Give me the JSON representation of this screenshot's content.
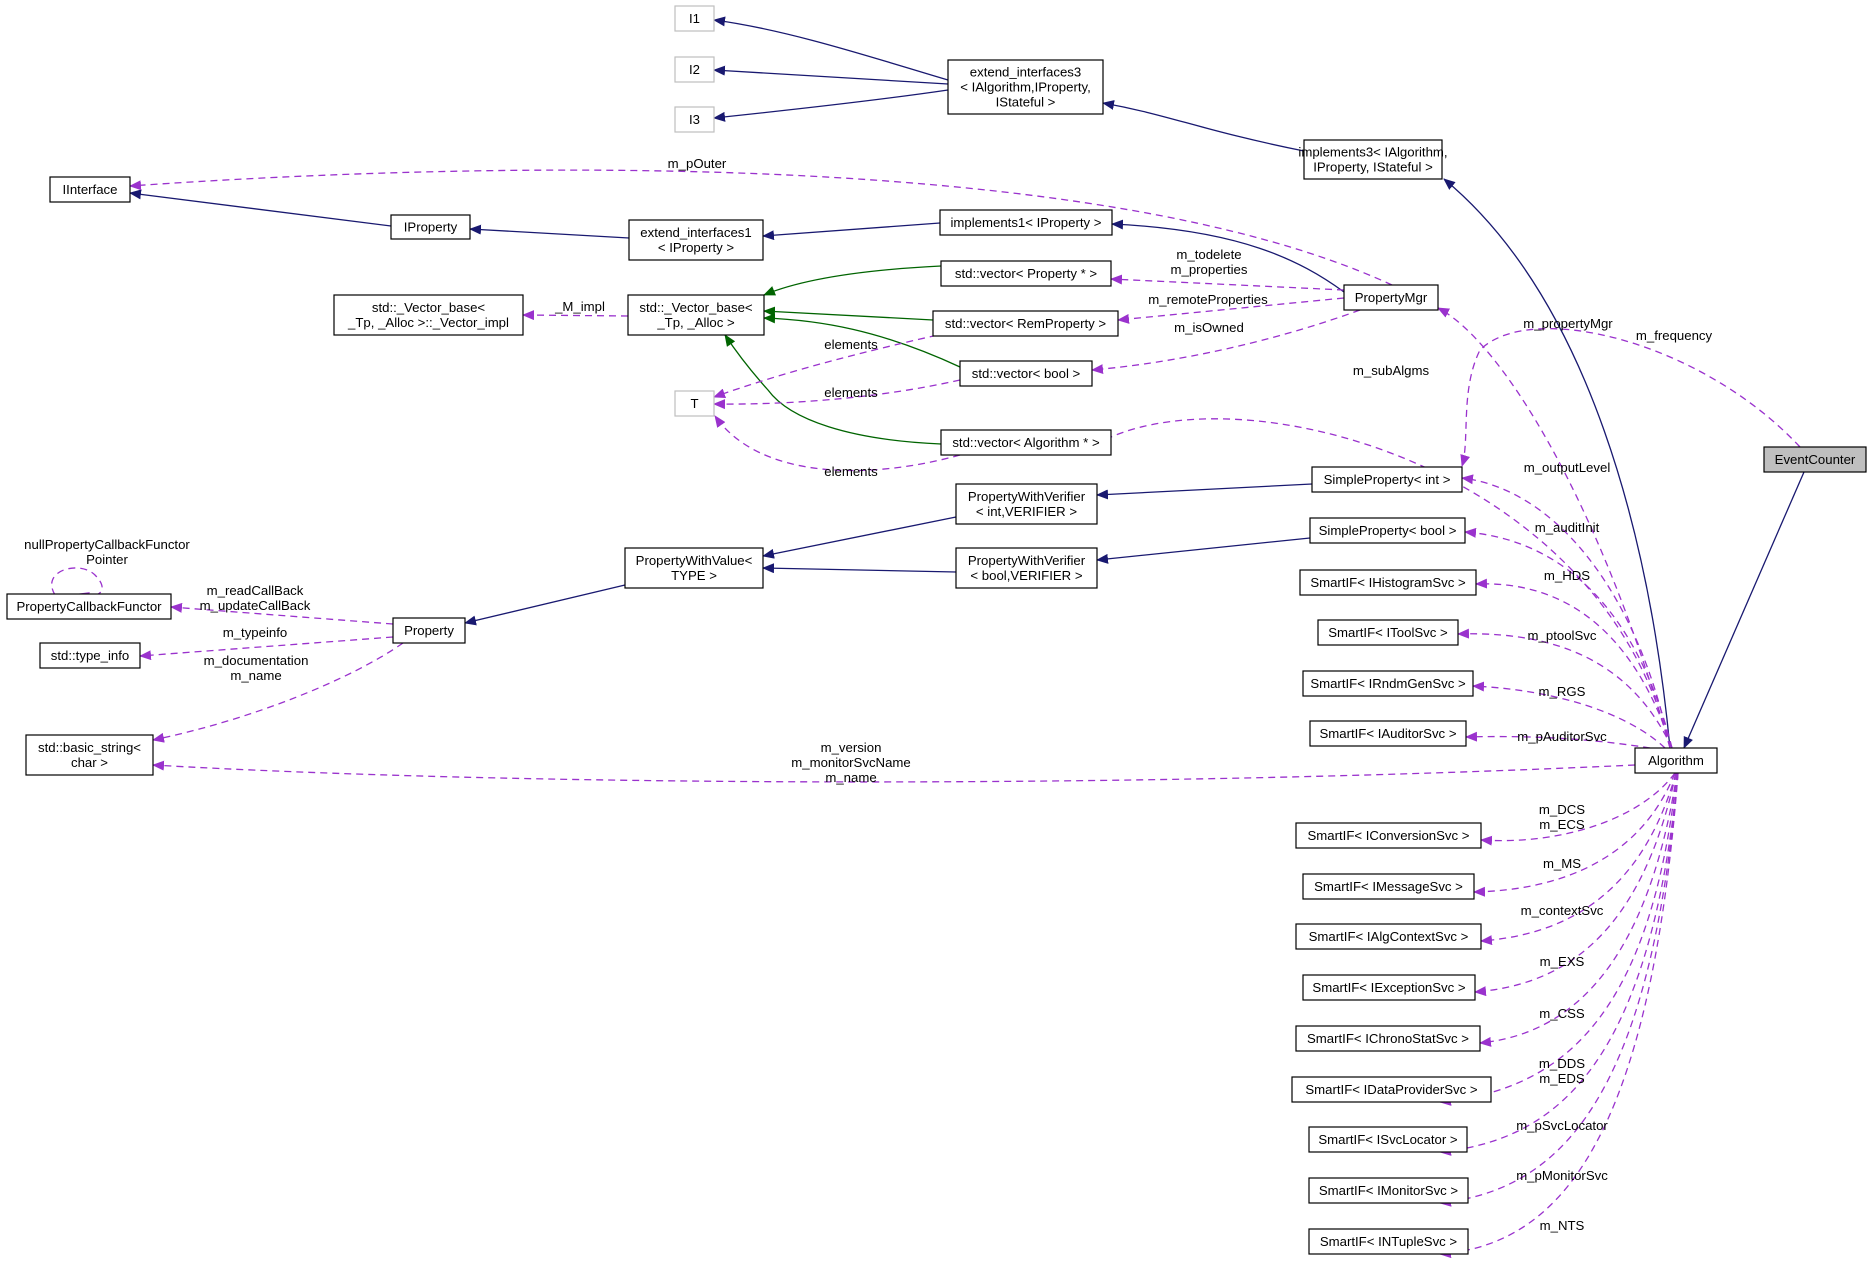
{
  "nodes": {
    "I1": [
      "I1"
    ],
    "I2": [
      "I2"
    ],
    "I3": [
      "I3"
    ],
    "extend3": [
      "extend_interfaces3",
      "< IAlgorithm,IProperty,",
      "IStateful >"
    ],
    "impl3": [
      "implements3< IAlgorithm,",
      "IProperty, IStateful >"
    ],
    "IInterface": [
      "IInterface"
    ],
    "IProperty": [
      "IProperty"
    ],
    "extend1": [
      "extend_interfaces1",
      "< IProperty >"
    ],
    "impl1": [
      "implements1< IProperty >"
    ],
    "PropertyMgr": [
      "PropertyMgr"
    ],
    "VectorImpl": [
      "std::_Vector_base<",
      "_Tp, _Alloc >::_Vector_impl"
    ],
    "VectorBase": [
      "std::_Vector_base<",
      "_Tp, _Alloc >"
    ],
    "VecProp": [
      "std::vector< Property * >"
    ],
    "VecRem": [
      "std::vector< RemProperty >"
    ],
    "VecBool": [
      "std::vector< bool >"
    ],
    "T": [
      "T"
    ],
    "VecAlg": [
      "std::vector< Algorithm * >"
    ],
    "EventCounter": [
      "EventCounter"
    ],
    "SimpleInt": [
      "SimpleProperty< int >"
    ],
    "PWVint": [
      "PropertyWithVerifier",
      "< int,VERIFIER >"
    ],
    "PWValue": [
      "PropertyWithValue<",
      "TYPE >"
    ],
    "SimpleBool": [
      "SimpleProperty< bool >"
    ],
    "PWVbool": [
      "PropertyWithVerifier",
      "< bool,VERIFIER >"
    ],
    "PCF": [
      "PropertyCallbackFunctor"
    ],
    "Property": [
      "Property"
    ],
    "TypeInfo": [
      "std::type_info"
    ],
    "BasicString": [
      "std::basic_string<",
      "char >"
    ],
    "SIHisto": [
      "SmartIF< IHistogramSvc >"
    ],
    "SITool": [
      "SmartIF< IToolSvc >"
    ],
    "SIRndm": [
      "SmartIF< IRndmGenSvc >"
    ],
    "SIAud": [
      "SmartIF< IAuditorSvc >"
    ],
    "Algorithm": [
      "Algorithm"
    ],
    "SIConv": [
      "SmartIF< IConversionSvc >"
    ],
    "SIMsg": [
      "SmartIF< IMessageSvc >"
    ],
    "SIAlgCtx": [
      "SmartIF< IAlgContextSvc >"
    ],
    "SIExc": [
      "SmartIF< IExceptionSvc >"
    ],
    "SIChrono": [
      "SmartIF< IChronoStatSvc >"
    ],
    "SIDataProv": [
      "SmartIF< IDataProviderSvc >"
    ],
    "SISvcLoc": [
      "SmartIF< ISvcLocator >"
    ],
    "SIMonitor": [
      "SmartIF< IMonitorSvc >"
    ],
    "SINTuple": [
      "SmartIF< INTupleSvc >"
    ]
  },
  "edge_labels": {
    "m_pOuter": [
      "m_pOuter"
    ],
    "m_todelete": [
      "m_todelete",
      "m_properties"
    ],
    "m_remoteProperties": [
      "m_remoteProperties"
    ],
    "m_isOwned": [
      "m_isOwned"
    ],
    "M_impl": [
      "_M_impl"
    ],
    "elements1": [
      "elements"
    ],
    "elements2": [
      "elements"
    ],
    "elements3": [
      "elements"
    ],
    "m_subAlgms": [
      "m_subAlgms"
    ],
    "m_propertyMgr": [
      "m_propertyMgr"
    ],
    "m_frequency": [
      "m_frequency"
    ],
    "m_outputLevel": [
      "m_outputLevel"
    ],
    "m_auditInit": [
      "m_auditInit"
    ],
    "nullPCF": [
      "nullPropertyCallbackFunctor",
      "Pointer"
    ],
    "m_readCallBack": [
      "m_readCallBack",
      "m_updateCallBack"
    ],
    "m_typeinfo": [
      "m_typeinfo"
    ],
    "m_documentation": [
      "m_documentation",
      "m_name"
    ],
    "m_HDS": [
      "m_HDS"
    ],
    "m_ptoolSvc": [
      "m_ptoolSvc"
    ],
    "m_RGS": [
      "m_RGS"
    ],
    "m_pAuditorSvc": [
      "m_pAuditorSvc"
    ],
    "m_version": [
      "m_version",
      "m_monitorSvcName",
      "m_name"
    ],
    "m_DCS": [
      "m_DCS",
      "m_ECS"
    ],
    "m_MS": [
      "m_MS"
    ],
    "m_contextSvc": [
      "m_contextSvc"
    ],
    "m_EXS": [
      "m_EXS"
    ],
    "m_CSS": [
      "m_CSS"
    ],
    "m_DDS": [
      "m_DDS",
      "m_EDS"
    ],
    "m_pSvcLocator": [
      "m_pSvcLocator"
    ],
    "m_pMonitorSvc": [
      "m_pMonitorSvc"
    ],
    "m_NTS": [
      "m_NTS"
    ]
  },
  "colors": {
    "inheritance": "#191970",
    "template": "#006400",
    "usage": "#9a32cd",
    "focus_fill": "#bfbfbf",
    "ghost_border": "#bfbfbf"
  }
}
